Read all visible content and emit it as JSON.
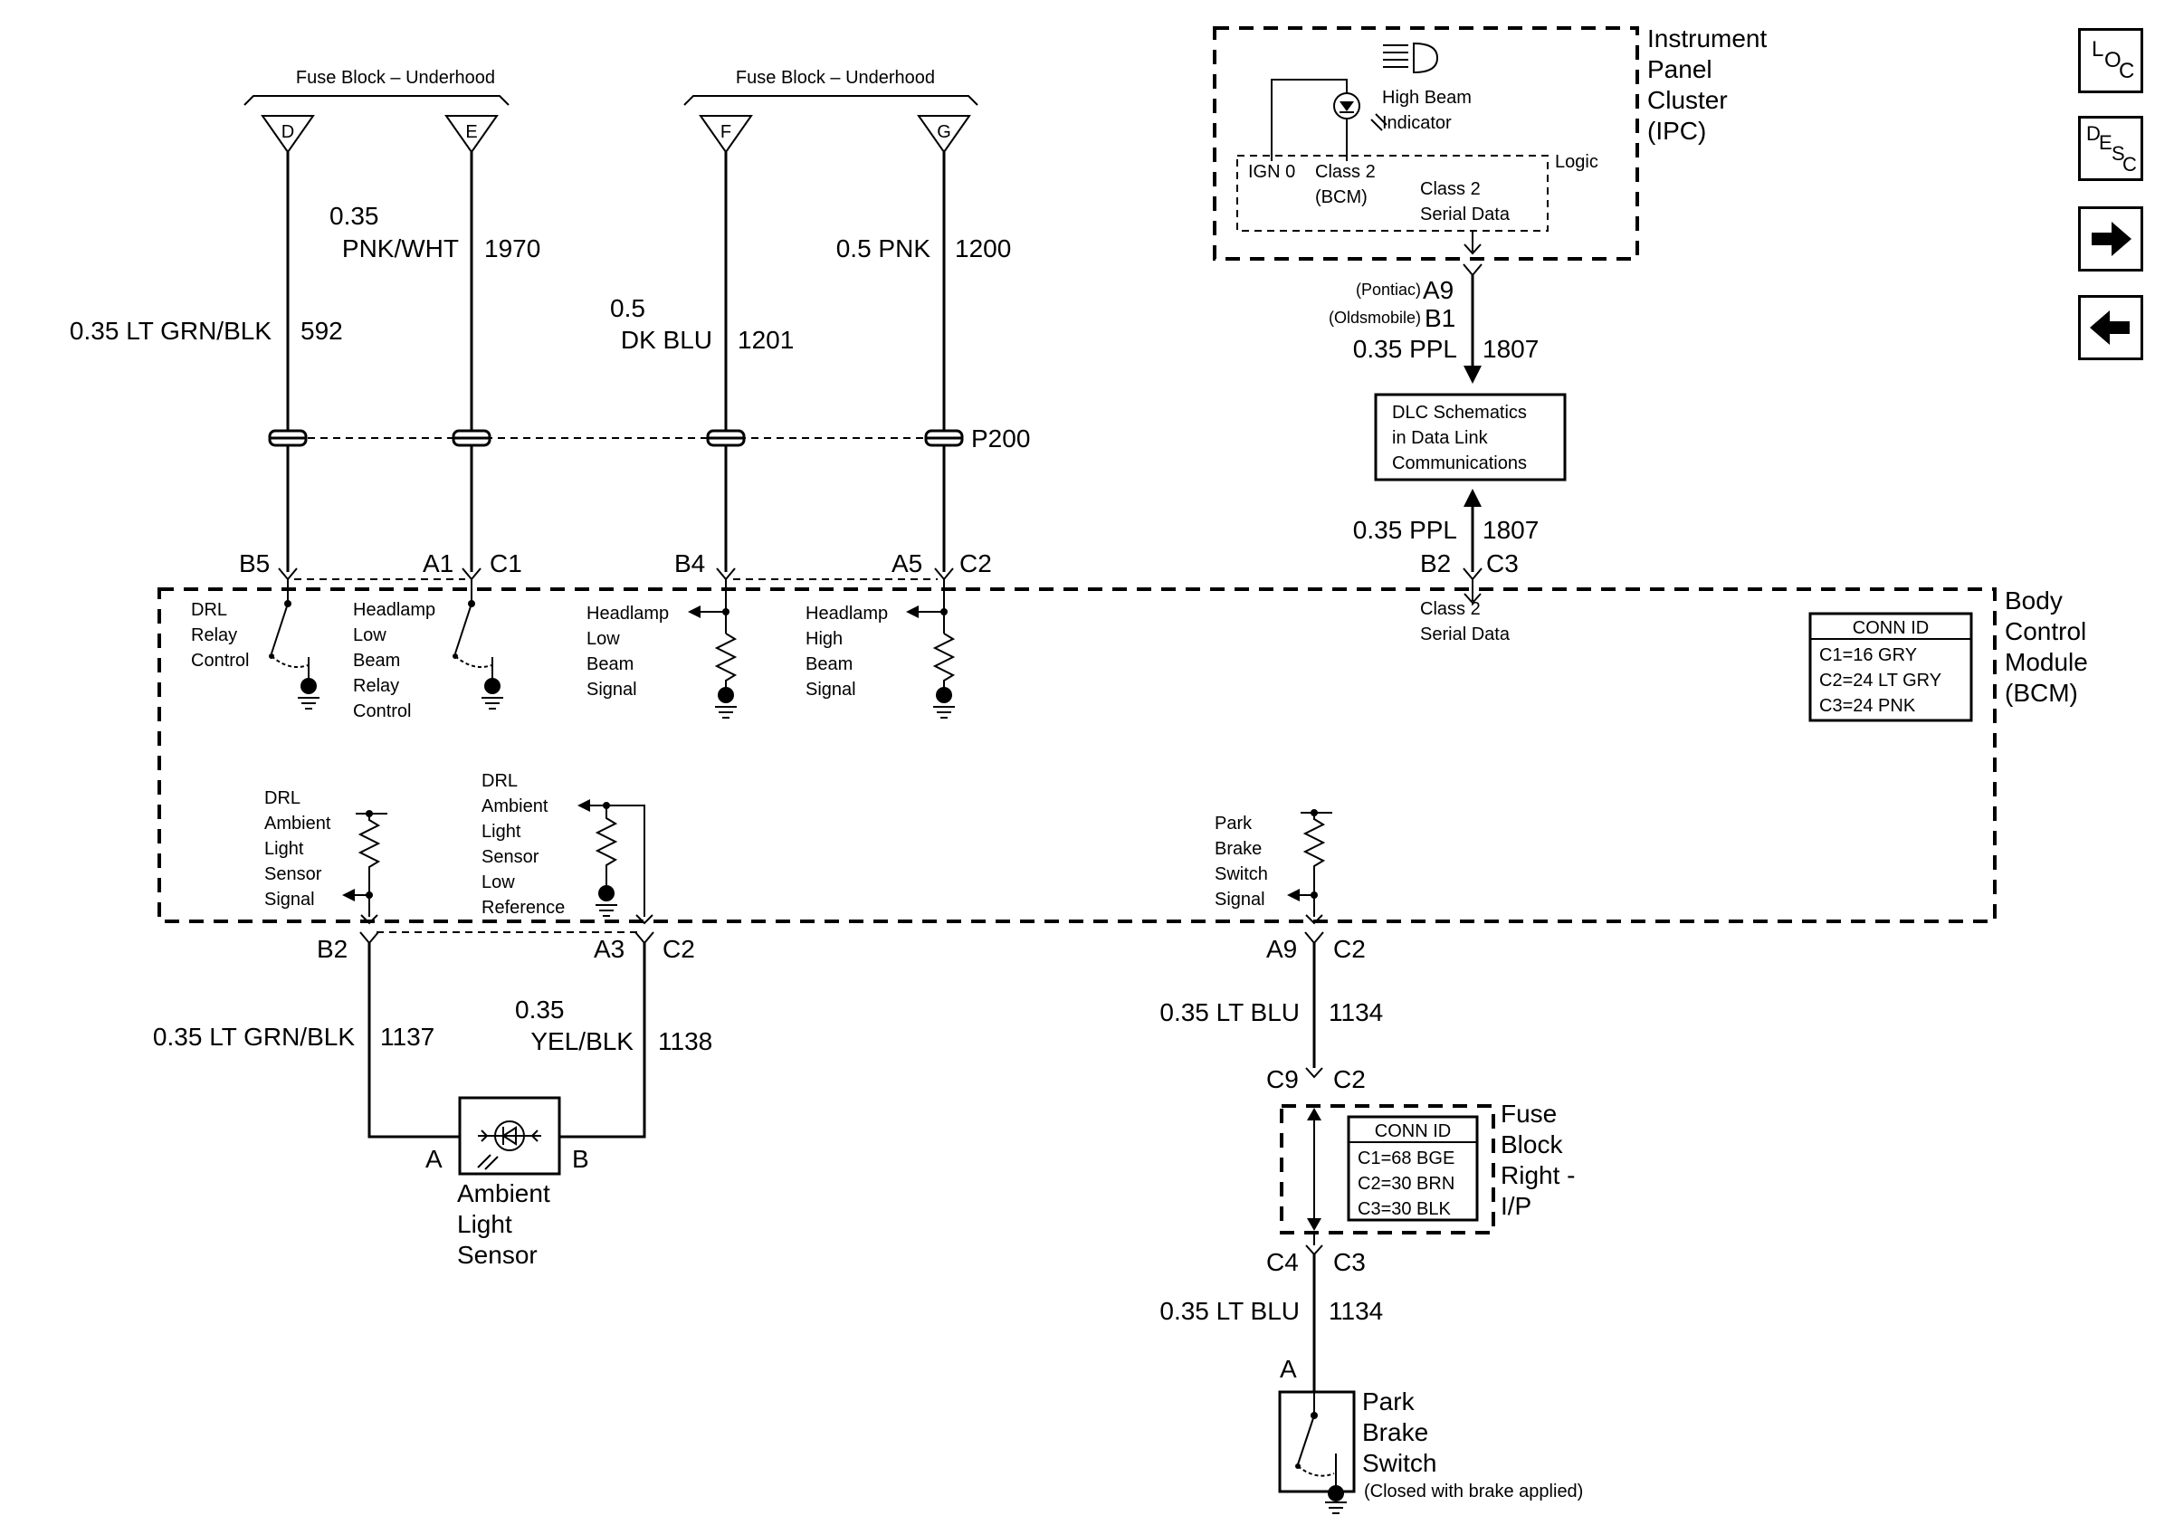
{
  "fuse_blocks": {
    "left_title": "Fuse Block – Underhood",
    "right_title": "Fuse Block – Underhood",
    "fuses": [
      "D",
      "E",
      "F",
      "G"
    ]
  },
  "wires": {
    "w592": {
      "size": "0.35 LT GRN/BLK",
      "circuit": "592"
    },
    "w1970": {
      "size_line1": "0.35",
      "size_line2": "PNK/WHT",
      "circuit": "1970"
    },
    "w1201": {
      "size_line1": "0.5",
      "size_line2": "DK BLU",
      "circuit": "1201"
    },
    "w1200": {
      "size": "0.5 PNK",
      "circuit": "1200"
    },
    "w1807a": {
      "size": "0.35 PPL",
      "circuit": "1807"
    },
    "w1807b": {
      "size": "0.35 PPL",
      "circuit": "1807"
    },
    "w1137": {
      "size": "0.35 LT GRN/BLK",
      "circuit": "1137"
    },
    "w1138": {
      "size_line1": "0.35",
      "size_line2": "YEL/BLK",
      "circuit": "1138"
    },
    "w1134a": {
      "size": "0.35 LT BLU",
      "circuit": "1134"
    },
    "w1134b": {
      "size": "0.35 LT BLU",
      "circuit": "1134"
    }
  },
  "connector_p200": "P200",
  "pins": {
    "b5": "B5",
    "a1": "A1",
    "c1a": "C1",
    "b4": "B4",
    "a5": "A5",
    "c2a": "C2",
    "b2top": "B2",
    "c3top": "C3",
    "b2bot": "B2",
    "a3": "A3",
    "c2b": "C2",
    "a9bot": "A9",
    "c2c": "C2",
    "c9": "C9",
    "c2d": "C2",
    "c4": "C4",
    "c3bot": "C3",
    "sensor_a": "A",
    "sensor_b": "B",
    "switch_a": "A",
    "pontiac": "(Pontiac)",
    "a9top": "A9",
    "oldsmobile": "(Oldsmobile)",
    "b1": "B1"
  },
  "ipc": {
    "title": [
      "Instrument",
      "Panel",
      "Cluster",
      "(IPC)"
    ],
    "high_beam": [
      "High Beam",
      "Indicator"
    ],
    "ign": "IGN 0",
    "class2_bcm": [
      "Class 2",
      "(BCM)"
    ],
    "serial": [
      "Class 2",
      "Serial Data"
    ],
    "logic": "Logic"
  },
  "dlc": [
    "DLC Schematics",
    "in Data Link",
    "Communications"
  ],
  "bcm": {
    "title": [
      "Body",
      "Control",
      "Module",
      "(BCM)"
    ],
    "conn_id_title": "CONN ID",
    "conn_ids": [
      "C1=16 GRY",
      "C2=24 LT GRY",
      "C3=24 PNK"
    ],
    "drl_relay": [
      "DRL",
      "Relay",
      "Control"
    ],
    "hl_low_relay": [
      "Headlamp",
      "Low",
      "Beam",
      "Relay",
      "Control"
    ],
    "hl_low_signal": [
      "Headlamp",
      "Low",
      "Beam",
      "Signal"
    ],
    "hl_high_signal": [
      "Headlamp",
      "High",
      "Beam",
      "Signal"
    ],
    "class2": [
      "Class 2",
      "Serial Data"
    ],
    "drl_sensor_signal": [
      "DRL",
      "Ambient",
      "Light",
      "Sensor",
      "Signal"
    ],
    "drl_sensor_low": [
      "DRL",
      "Ambient",
      "Light",
      "Sensor",
      "Low",
      "Reference"
    ],
    "park_brake_signal": [
      "Park",
      "Brake",
      "Switch",
      "Signal"
    ]
  },
  "ambient_sensor": [
    "Ambient",
    "Light",
    "Sensor"
  ],
  "fuse_block_ip": {
    "title": [
      "Fuse",
      "Block",
      "Right -",
      "I/P"
    ],
    "conn_id_title": "CONN ID",
    "conn_ids": [
      "C1=68 BGE",
      "C2=30 BRN",
      "C3=30 BLK"
    ]
  },
  "park_brake_switch": {
    "title": [
      "Park",
      "Brake",
      "Switch"
    ],
    "note": "(Closed with brake applied)"
  },
  "nav": {
    "loc": [
      "L",
      "O",
      "C"
    ],
    "desc": [
      "D",
      "E",
      "S",
      "C"
    ],
    "next_icon": "arrow-right",
    "prev_icon": "arrow-left"
  }
}
